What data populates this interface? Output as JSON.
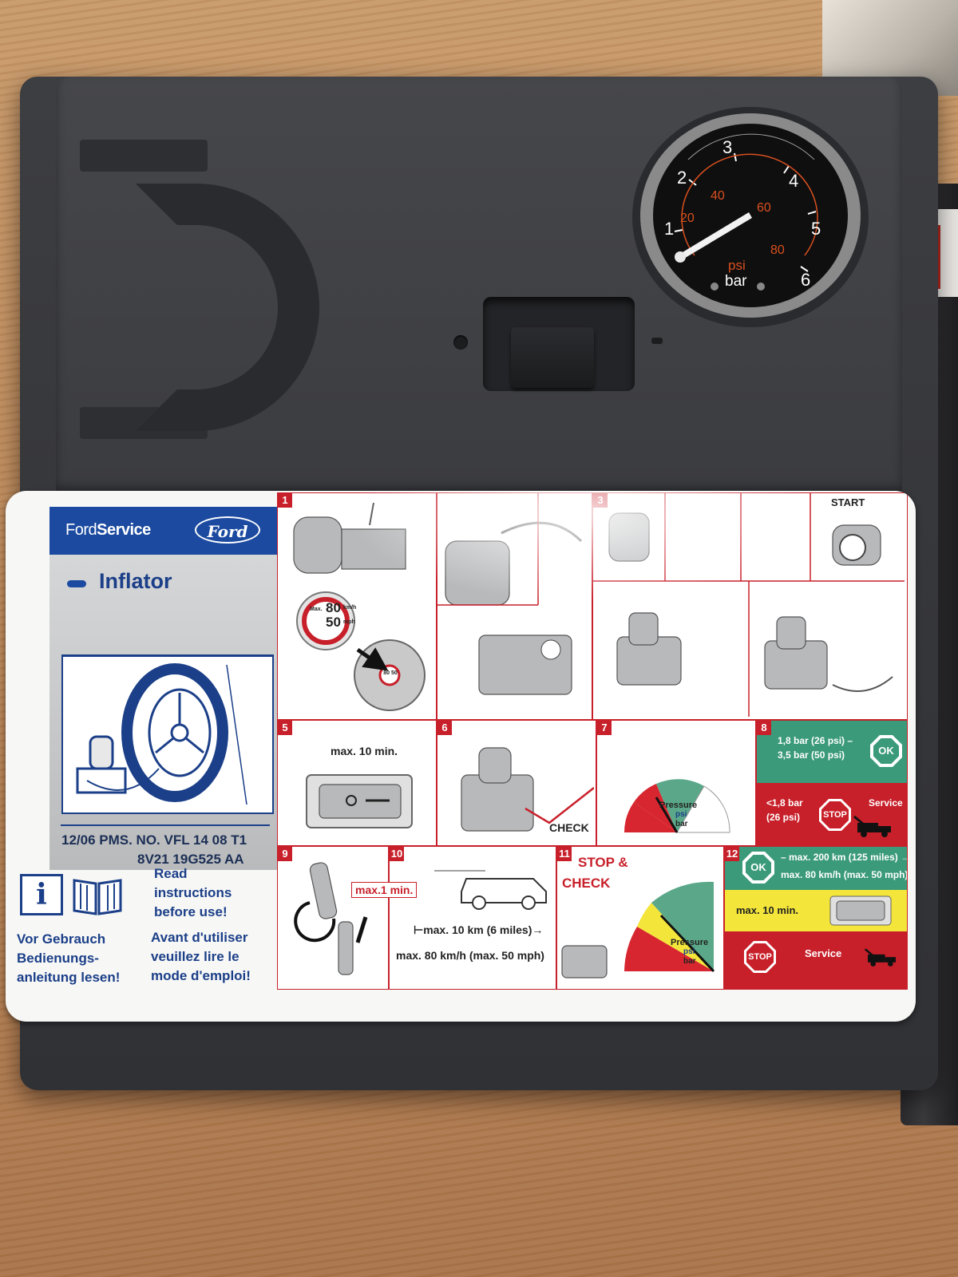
{
  "gauge": {
    "bar_ticks": [
      "1",
      "2",
      "3",
      "4",
      "5",
      "6"
    ],
    "psi_ticks": [
      "20",
      "40",
      "60",
      "80"
    ],
    "unit_psi": "psi",
    "unit_bar": "bar"
  },
  "decal": {
    "brand": {
      "ford": "Ford",
      "service": "Service",
      "logo": "Ford"
    },
    "title": "Inflator",
    "code_line1": "12/06 PMS. NO. VFL 14 08 T1",
    "code_line2": "8V21 19G525 AA",
    "info_icon": "i",
    "read_en": "Read instructions before use!",
    "read_de": "Vor Gebrauch Bedienungs- anleitung lesen!",
    "read_fr": "Avant d'utiliser veuillez lire le mode d'emploi!"
  },
  "steps": {
    "s1": {
      "num": "1",
      "sign_top": "80",
      "sign_bottom": "50",
      "sign_top_unit": "km/h",
      "sign_bottom_unit": "mph",
      "sign_max": "Max.",
      "small_sign": "80 50"
    },
    "s3": {
      "num": "3"
    },
    "start": {
      "label": "START"
    },
    "s5": {
      "num": "5",
      "text": "max. 10 min."
    },
    "s6": {
      "num": "6",
      "text": "CHECK"
    },
    "s7": {
      "num": "7",
      "pressure": "Pressure",
      "psi": "psi",
      "bar": "bar"
    },
    "s8": {
      "num": "8",
      "ok_line1": "1,8 bar (26 psi) –",
      "ok_line2": "3,5 bar (50 psi)",
      "ok": "OK",
      "low_line1": "<1,8 bar",
      "low_line2": "(26 psi)",
      "stop": "STOP",
      "service": "Service"
    },
    "s9": {
      "num": "9",
      "text": "max.1 min."
    },
    "s10": {
      "num": "10",
      "dist": "⊢max. 10 km  (6 miles)→",
      "speed": "max. 80 km/h    (max. 50 mph)"
    },
    "s11": {
      "num": "11",
      "stop": "STOP &",
      "check": "CHECK",
      "pressure": "Pressure",
      "psi": "psi",
      "bar": "bar"
    },
    "s12": {
      "num": "12",
      "ok": "OK",
      "dist": "– max. 200 km (125 miles) →",
      "speed": "max. 80 km/h (max. 50 mph)",
      "time": "max. 10 min.",
      "stop": "STOP",
      "service": "Service"
    }
  },
  "colors": {
    "ford_blue": "#1b4aa0",
    "label_red": "#c8202a",
    "ok_green": "#3b9a7a",
    "warn_yellow": "#f3e53a"
  }
}
